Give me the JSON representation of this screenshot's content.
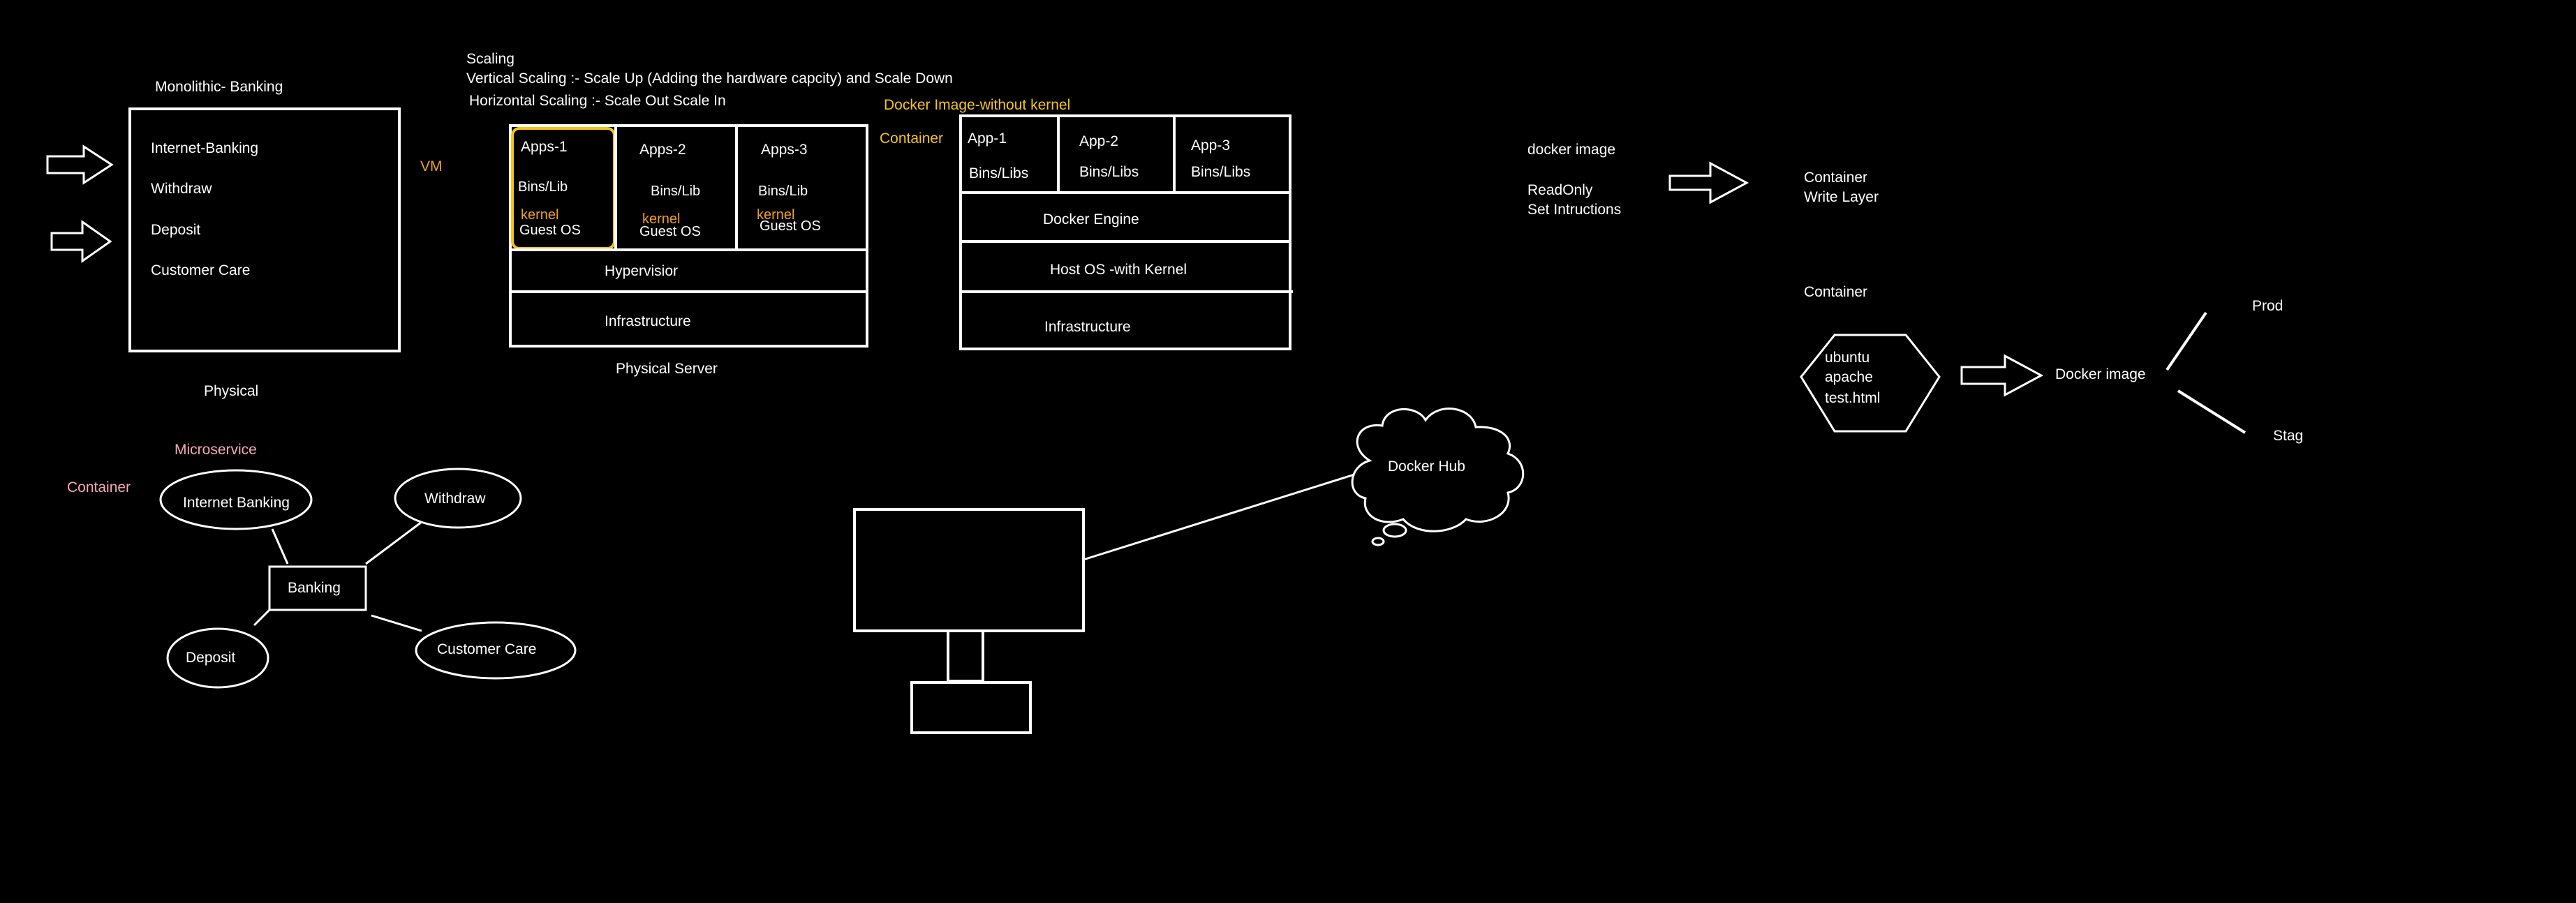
{
  "colors": {
    "background": "#000000",
    "line": "#ffffff",
    "yellow": "#f5c518",
    "orange": "#f0a020",
    "pink": "#f4a7b9"
  },
  "monolithic": {
    "title": "Monolithic- Banking",
    "items": [
      "Internet-Banking",
      "Withdraw",
      "Deposit",
      "Customer Care"
    ],
    "physical": "Physical"
  },
  "scaling": {
    "title": "Scaling",
    "vertical": "Vertical Scaling :- Scale Up (Adding the hardware capcity) and Scale Down",
    "horizontal": "Horizontal Scaling :- Scale Out Scale In"
  },
  "vm": {
    "label": "VM",
    "apps": [
      {
        "name": "Apps-1",
        "bins": "Bins/Lib",
        "kernel": "kernel",
        "os": "Guest OS"
      },
      {
        "name": "Apps-2",
        "bins": "Bins/Lib",
        "kernel": "kernel",
        "os": "Guest OS"
      },
      {
        "name": "Apps-3",
        "bins": "Bins/Lib",
        "kernel": "kernel",
        "os": "Guest OS"
      }
    ],
    "hypervisor": "Hypervisior",
    "infrastructure": "Infrastructure",
    "server": "Physical Server"
  },
  "docker": {
    "image_title": "Docker Image-without kernel",
    "container_label": "Container",
    "apps": [
      {
        "name": "App-1",
        "bins": "Bins/Libs"
      },
      {
        "name": "App-2",
        "bins": "Bins/Libs"
      },
      {
        "name": "App-3",
        "bins": "Bins/Libs"
      }
    ],
    "engine": "Docker Engine",
    "host": "Host OS -with Kernel",
    "infrastructure": "Infrastructure"
  },
  "layers": {
    "docker_image": "docker image",
    "readonly": "ReadOnly",
    "set_instructions": "Set Intructions",
    "container": "Container",
    "write_layer": "Write Layer"
  },
  "workflow": {
    "container_title": "Container",
    "hex_lines": [
      "ubuntu",
      "apache",
      "test.html"
    ],
    "docker_image": "Docker image",
    "prod": "Prod",
    "stag": "Stag"
  },
  "microservice": {
    "title": "Microservice",
    "container": "Container",
    "center": "Banking",
    "nodes": [
      "Internet Banking",
      "Withdraw",
      "Deposit",
      "Customer Care"
    ]
  },
  "hub": {
    "label": "Docker Hub"
  }
}
